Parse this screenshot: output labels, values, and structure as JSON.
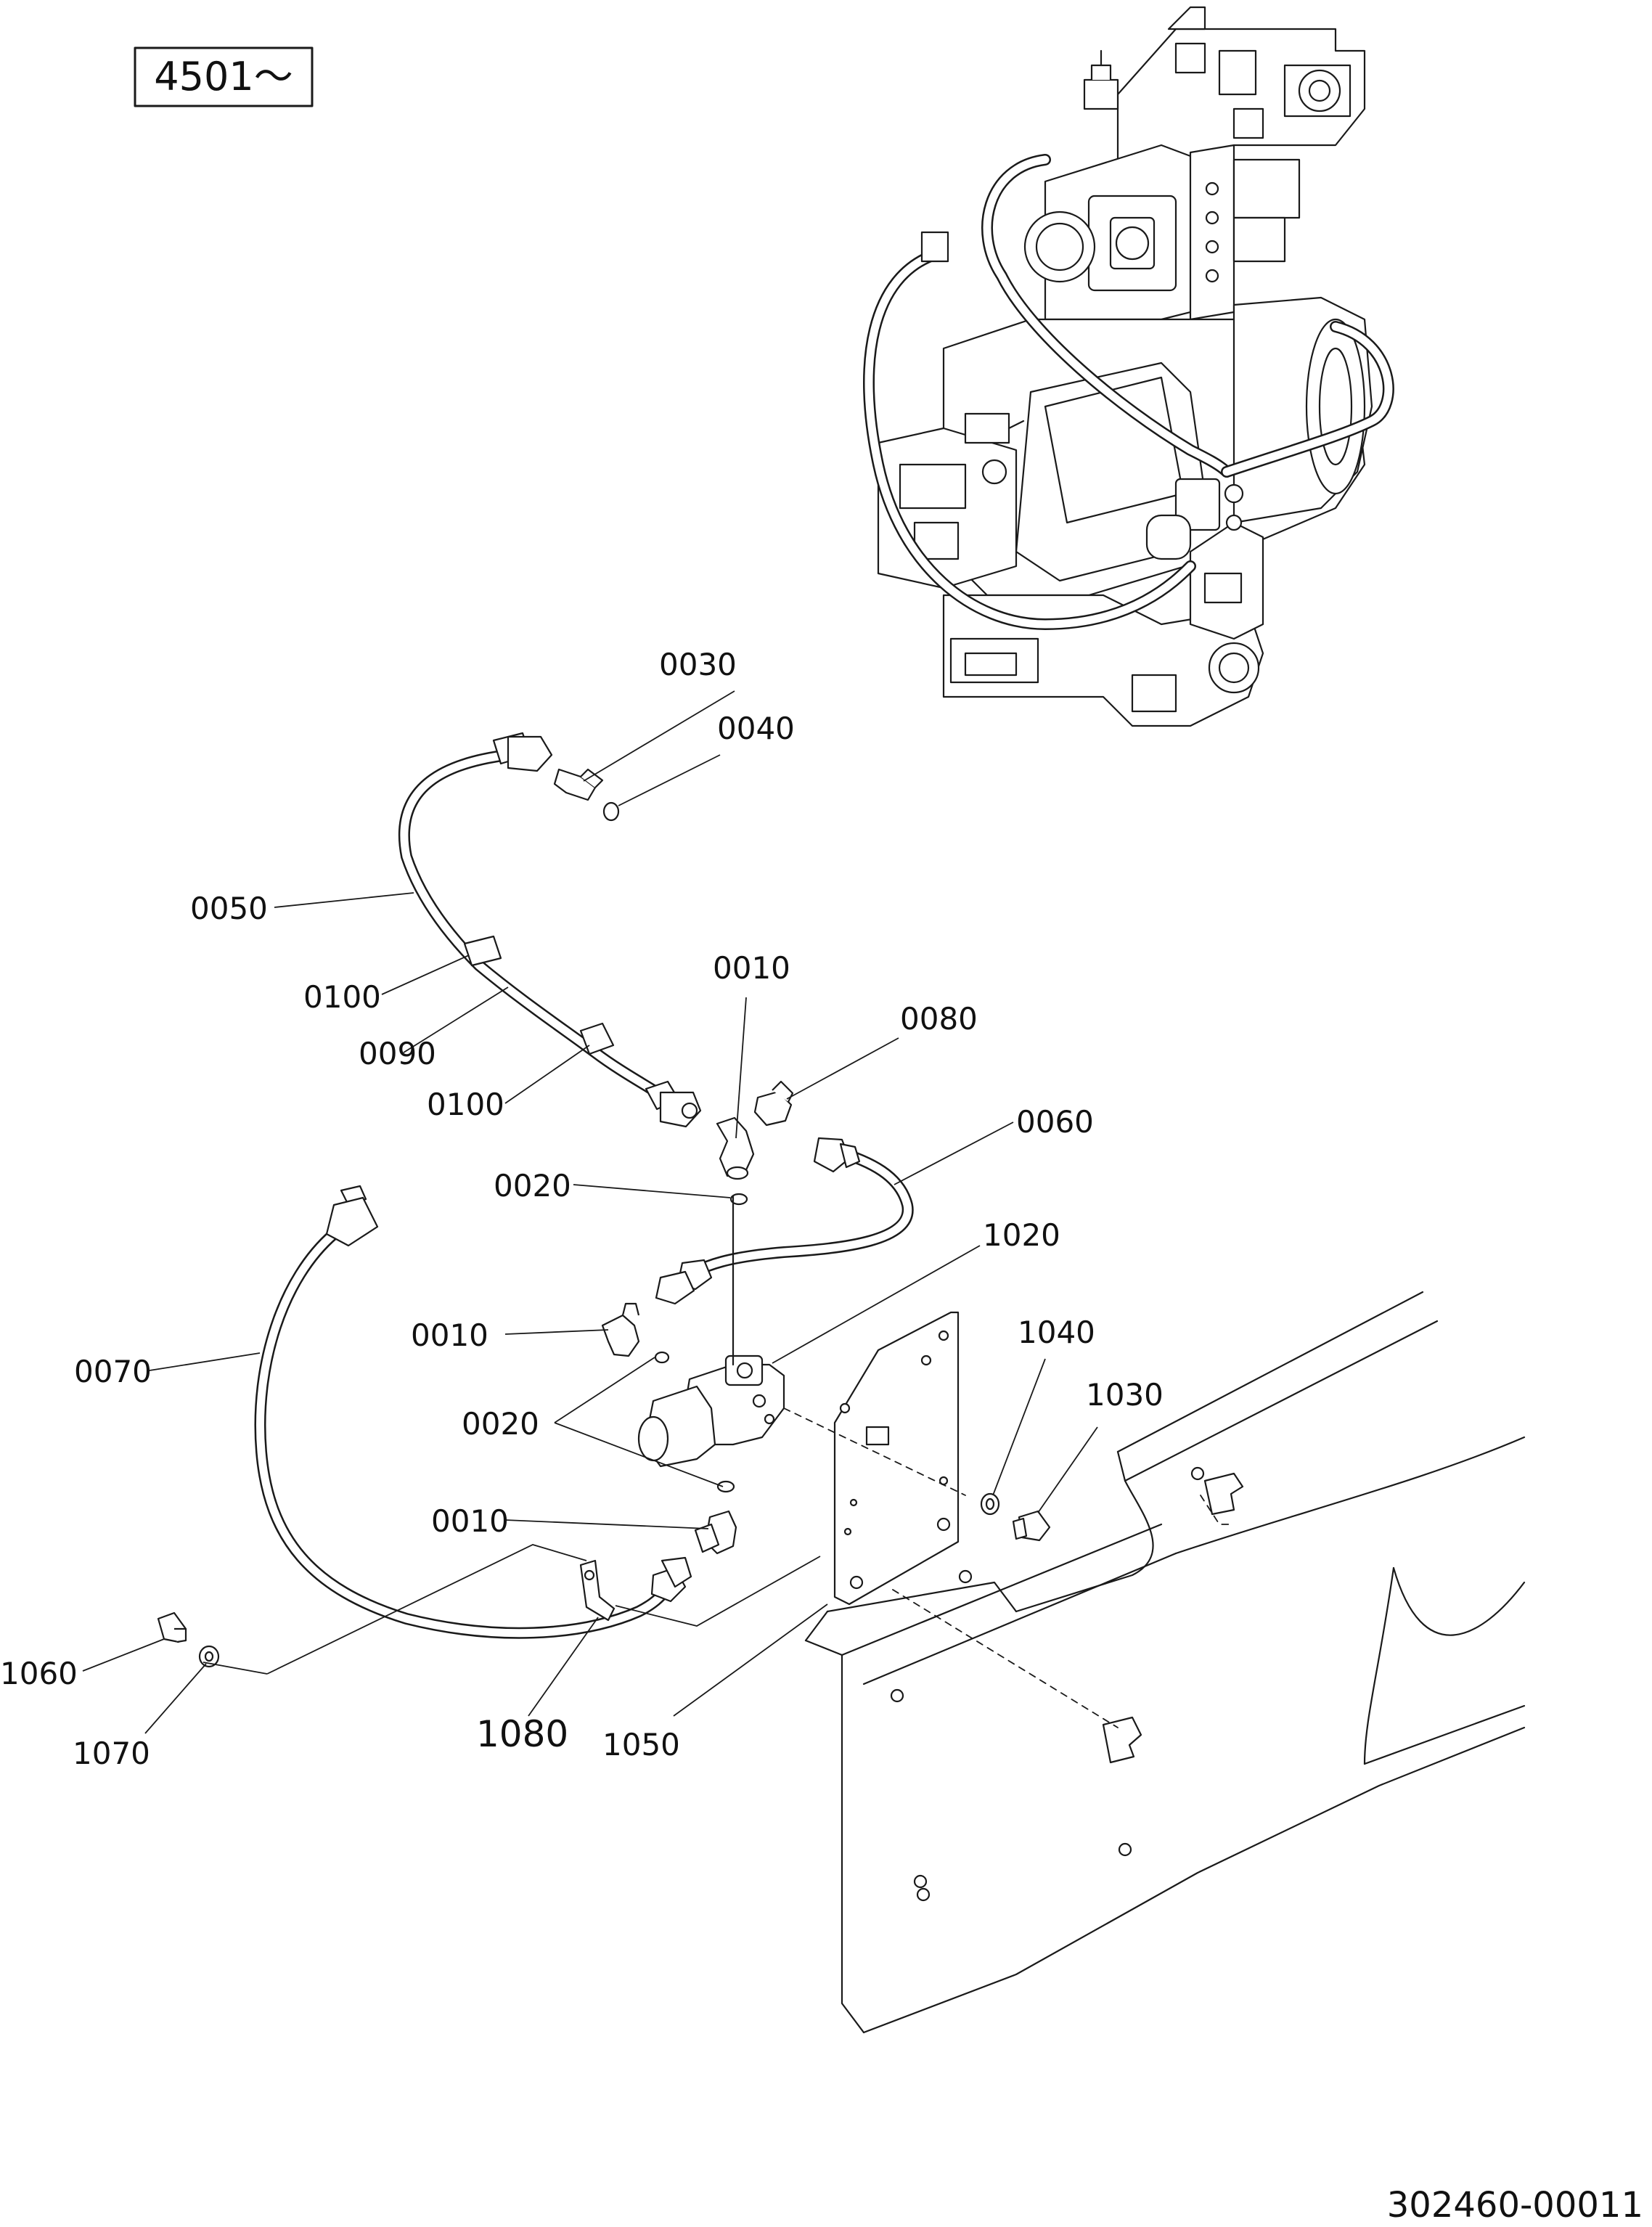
{
  "serial_range": "4501～",
  "document_number": "302460-00011",
  "callouts": {
    "c0010_top": "0010",
    "c0010_mid": "0010",
    "c0010_low": "0010",
    "c0020_top": "0020",
    "c0020_low": "0020",
    "c0030": "0030",
    "c0040": "0040",
    "c0050": "0050",
    "c0060": "0060",
    "c0070": "0070",
    "c0080": "0080",
    "c0090": "0090",
    "c0100_a": "0100",
    "c0100_b": "0100",
    "c1020": "1020",
    "c1030": "1030",
    "c1040": "1040",
    "c1050": "1050",
    "c1060": "1060",
    "c1070": "1070",
    "c1080": "1080"
  }
}
